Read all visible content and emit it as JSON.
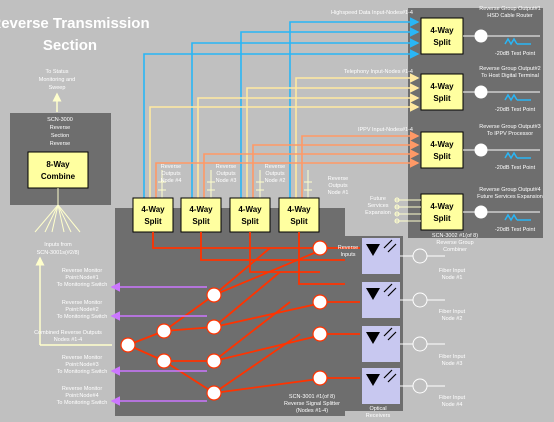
{
  "title_line1": "Reverse Transmission",
  "title_line2": "Section",
  "status_note": [
    "To Status",
    "Monitoring and",
    "Sweep"
  ],
  "scn3000_label": [
    "SCN-3000",
    "Reverse",
    "Section",
    "Reverse"
  ],
  "combine_label": [
    "8-Way",
    "Combine"
  ],
  "inputs_from": [
    "Inputs from",
    "SCN-3001s(#2/8)"
  ],
  "split_label": [
    "4-Way",
    "Split"
  ],
  "right_inputs": [
    "Highspeed Data Input-Nodes#1-4",
    "Telephony Input-Nodes #1-4",
    "IPPV Input-Nodes#1-4",
    "Future Services Expansion"
  ],
  "group_outputs": [
    [
      "Reverse  Group Output#1",
      "HSD Cable Router"
    ],
    [
      "Reverse  Group Output#2",
      "To Host Digital Terminal"
    ],
    [
      "Reverse  Group Output#3",
      "To IPPV Processor"
    ],
    [
      "Reverse  Group Output#4",
      "Future Services Expansion"
    ]
  ],
  "test_point": "-20dB Test Point",
  "scn3002_label": [
    "SCN-3002  #1(of 8)",
    "Reverse  Group",
    "Combiner"
  ],
  "reverse_outputs": [
    [
      "Reverse",
      "Outputs",
      "Node #4"
    ],
    [
      "Reverse",
      "Outputs",
      "Node #3"
    ],
    [
      "Reverse",
      "Outputs",
      "Node #2"
    ],
    [
      "Reverse",
      "Outputs",
      "Node #1"
    ]
  ],
  "monitor_labels": [
    [
      "Reverse  Monitor",
      "Point:Node#1",
      "To Monitoring Switch"
    ],
    [
      "Reverse  Monitor",
      "Point:Node#2",
      "To Monitoring Switch"
    ],
    [
      "Combined Reverse  Outputs",
      "Nodes #1-4"
    ],
    [
      "Reverse  Monitor",
      "Point:Node#3",
      "To Monitoring Switch"
    ],
    [
      "Reverse  Monitor",
      "Point:Node#4",
      "To Monitoring Switch"
    ]
  ],
  "reverse_inputs": [
    "Reverse",
    "Inputs"
  ],
  "fiber_inputs": [
    [
      "Fiber Input",
      "Node #1"
    ],
    [
      "Fiber Input",
      "Node #2"
    ],
    [
      "Fiber Input",
      "Node #3"
    ],
    [
      "Fiber Input",
      "Node #4"
    ]
  ],
  "optical_label": [
    "Optical",
    "Receivers"
  ],
  "scn3001_label": [
    "SCN-3001  #1(of 8)",
    "Reverse  Signal Splitter",
    "(Nodes #1-4)"
  ],
  "colors": {
    "background": "#c0c0c0",
    "panel": "#6e6e6e",
    "split_box": "#ffffa0",
    "receiver": "#c8c8f0",
    "blue_line": "#29b6f6",
    "orange_line": "#ff9966",
    "cream_line": "#ffe9a0",
    "red_line": "#ff3300",
    "purple_line": "#cc77ff"
  }
}
